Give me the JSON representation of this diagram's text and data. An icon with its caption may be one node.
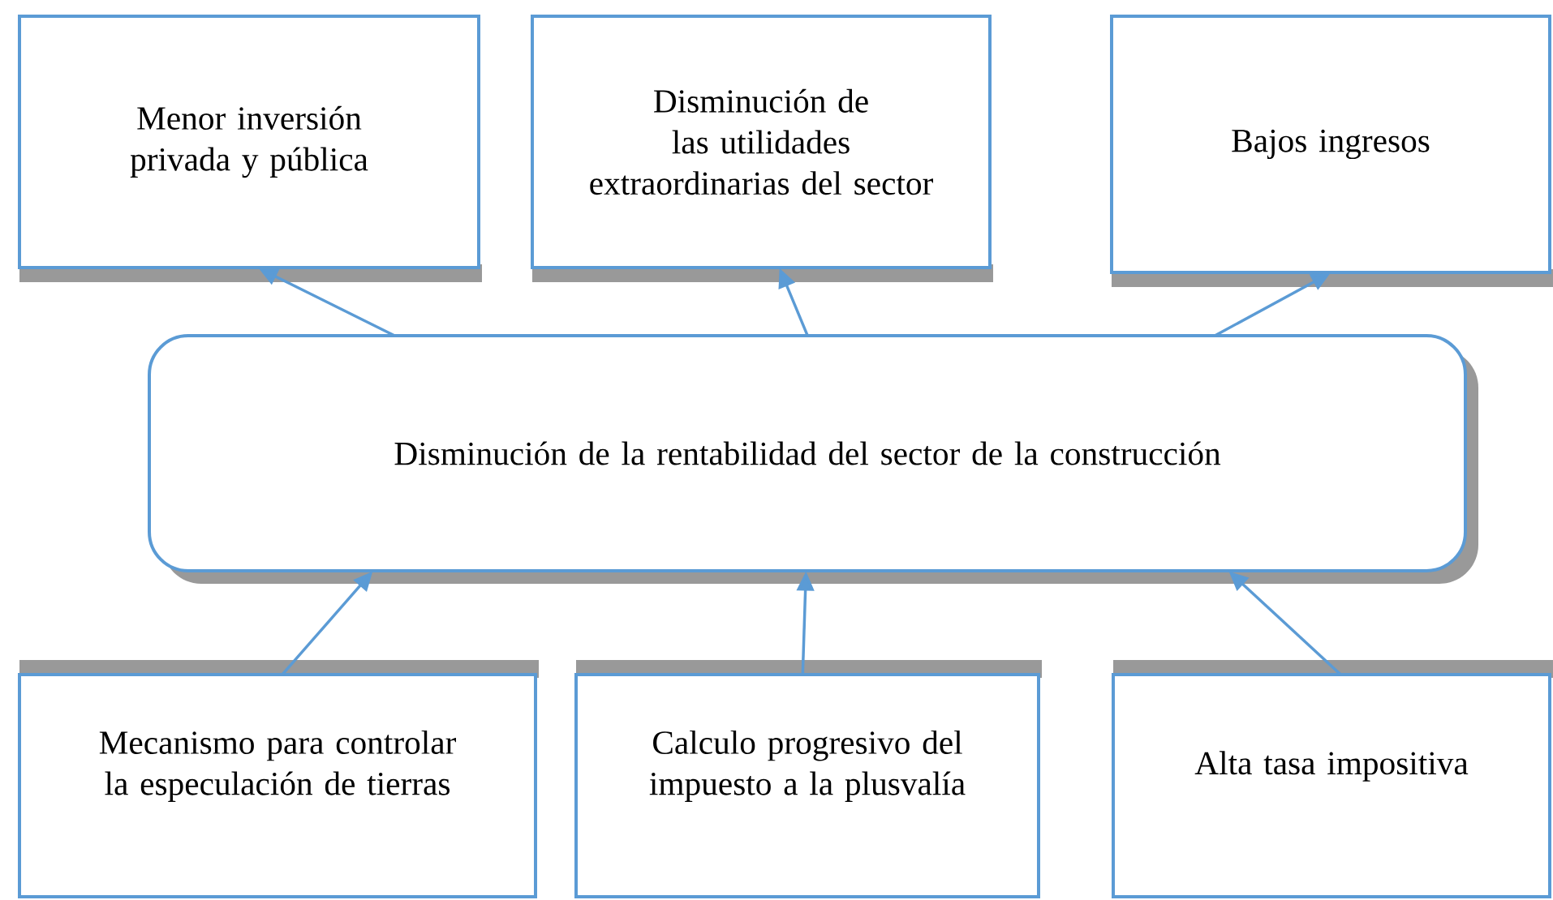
{
  "diagram": {
    "nodes": [
      {
        "text": [
          "Menor inversión privada y pública"
        ]
      },
      {
        "text": [
          "Disminución de las utilidades extraordinarias del sector"
        ]
      },
      {
        "text": [
          "Bajos ingresos"
        ]
      },
      {
        "text": [
          "Disminución de la rentabilidad del sector de la construcción"
        ]
      },
      {
        "text": [
          "Mecanismo para controlar la especulación de tierras"
        ]
      },
      {
        "text": [
          "Calculo progresivo del impuesto a la plusvalía"
        ]
      },
      {
        "text": [
          "Alta tasa impositiva"
        ]
      }
    ],
    "edges": [
      {
        "from": 3,
        "to": 0,
        "arrow": "to"
      },
      {
        "from": 3,
        "to": 1,
        "arrow": "to"
      },
      {
        "from": 3,
        "to": 2,
        "arrow": "to"
      },
      {
        "from": 4,
        "to": 3,
        "arrow": "to"
      },
      {
        "from": 5,
        "to": 3,
        "arrow": "to"
      },
      {
        "from": 6,
        "to": 3,
        "arrow": "to"
      }
    ]
  }
}
